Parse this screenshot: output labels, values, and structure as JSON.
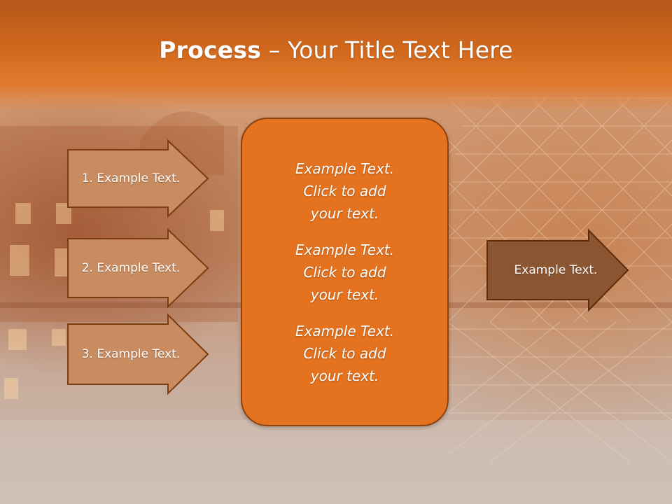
{
  "title": {
    "bold": "Process",
    "rest": " – Your Title Text Here"
  },
  "colors": {
    "header": "#d2681c",
    "center_box": "#e5721e",
    "left_arrow_fill": "#c98b60",
    "right_arrow_fill": "#8a5530",
    "outline": "#7a3c10"
  },
  "left_steps": [
    {
      "label": "1. Example Text."
    },
    {
      "label": "2. Example Text."
    },
    {
      "label": "3. Example Text."
    }
  ],
  "center_blocks": [
    {
      "text": "Example Text.\nClick  to add\nyour text."
    },
    {
      "text": "Example Text.\nClick  to add\nyour text."
    },
    {
      "text": "Example Text.\nClick  to add\nyour text."
    }
  ],
  "output": {
    "label": "Example Text."
  }
}
